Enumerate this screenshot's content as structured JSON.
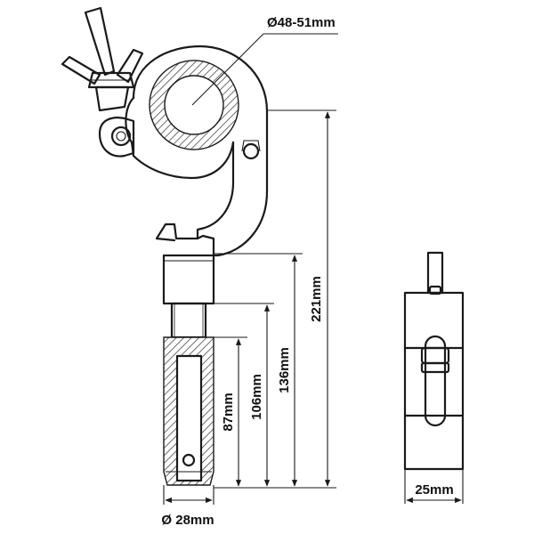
{
  "dimensions": {
    "tube_diameter": "Ø48-51mm",
    "overall_height": "221mm",
    "height_136": "136mm",
    "height_106": "106mm",
    "height_87": "87mm",
    "spigot_diameter": "Ø 28mm",
    "width": "25mm"
  }
}
